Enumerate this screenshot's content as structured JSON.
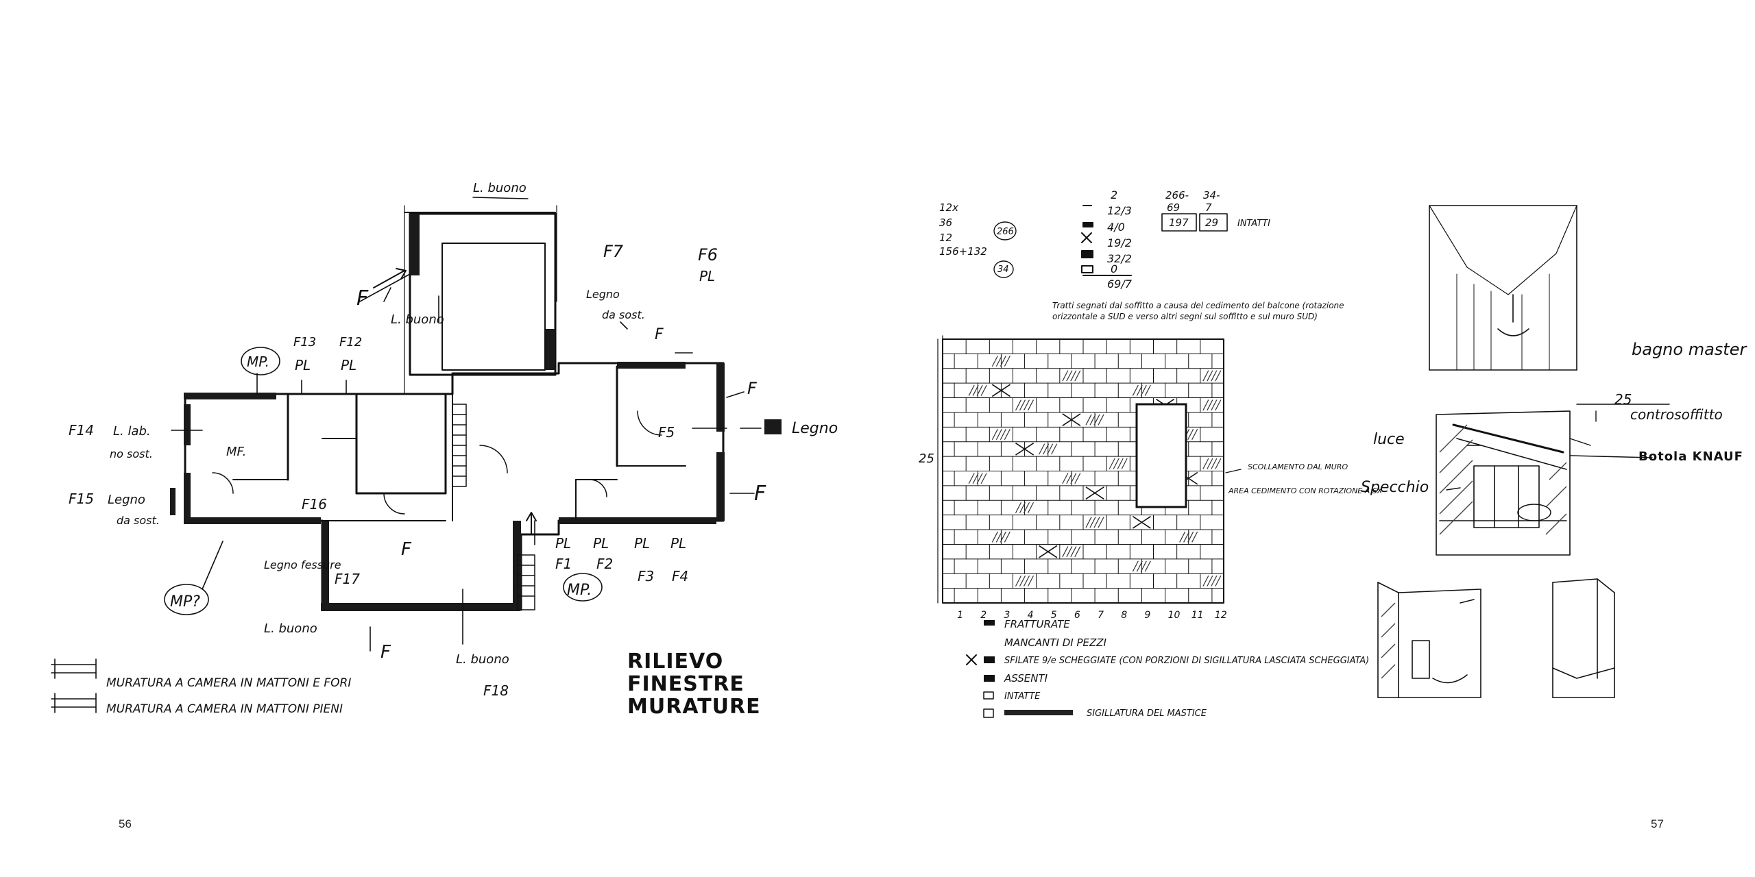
{
  "spread": {
    "left_page_number": "56",
    "right_page_number": "57"
  },
  "plan_sketch": {
    "title_lines": [
      "RILIEVO",
      "FINESTRE",
      "MURATURE"
    ],
    "legend": [
      "MURATURA A CAMERA IN MATTONI E FORI",
      "MURATURA A CAMERA IN MATTONI PIENI"
    ],
    "labels": {
      "l_buono_top": "L. buono",
      "l_buono_mid": "L. buono",
      "l_buono_bottom": "L. buono",
      "l_buono_bottom_right": "L. buono",
      "f7": "F7",
      "f6": "F6",
      "pl_f6": "PL",
      "legno_sost": "Legno",
      "da_sost": "da sost.",
      "mp_top": "MP.",
      "f13": "F13",
      "f12": "F12",
      "pl_f13": "PL",
      "pl_f12": "PL",
      "f14": "F14",
      "l_lab": "L. lab.",
      "no_sost": "no sost.",
      "mf": "MF.",
      "f15": "F15",
      "legno_f15": "Legno",
      "da_sost_f15": "da sost.",
      "f16": "F16",
      "f17": "F17",
      "legno_fessure": "Legno fessure",
      "mp_q": "MP?",
      "f18": "F18",
      "f5": "F5",
      "legno_right": "Legno",
      "mp_bottom": "MP.",
      "f_marks": [
        "F",
        "F",
        "F",
        "F",
        "F",
        "F"
      ],
      "pl_row": [
        "PL",
        "PL",
        "PL",
        "PL"
      ],
      "f_row": [
        "F1",
        "F2",
        "F3",
        "F4"
      ]
    }
  },
  "wall_sketch": {
    "tally_left": [
      "12x",
      "36",
      "12",
      "156+132"
    ],
    "tally_mid": [
      "2",
      "12/3",
      "4/0",
      "19/2",
      "32/2",
      "0",
      "69/7"
    ],
    "tally_right": [
      "266-",
      "34-",
      "69",
      "7",
      "197",
      "29"
    ],
    "circled": [
      "266",
      "34"
    ],
    "intatti": "INTATTI",
    "note": "Tratti segnati dal soffitto a causa del cedimento del balcone (rotazione orizzontale a SUD e verso altri segni sul soffitto e sul muro SUD)",
    "side_note_1": "SCOLLAMENTO DAL MURO",
    "side_note_2": "AREA CEDIMENTO CON ROTAZIONE A SX",
    "axis_left": "25",
    "x_ticks": [
      "1",
      "2",
      "3",
      "4",
      "5",
      "6",
      "7",
      "8",
      "9",
      "10",
      "11",
      "12"
    ],
    "legend": [
      "FRATTURATE",
      "MANCANTI DI PEZZI",
      "SFILATE 9/e SCHEGGIATE (CON PORZIONI DI SIGILLATURA LASCIATA SCHEGGIATA)",
      "ASSENTI",
      "INTATTE",
      "SIGILLATURA DEL MASTICE"
    ]
  },
  "bath_sketches": {
    "label_bagno": "bagno master",
    "label_luce": "luce",
    "label_controsoffitto": "controsoffitto",
    "label_25": "25",
    "label_specchio": "Specchio",
    "label_botola": "Botola KNAUF"
  }
}
